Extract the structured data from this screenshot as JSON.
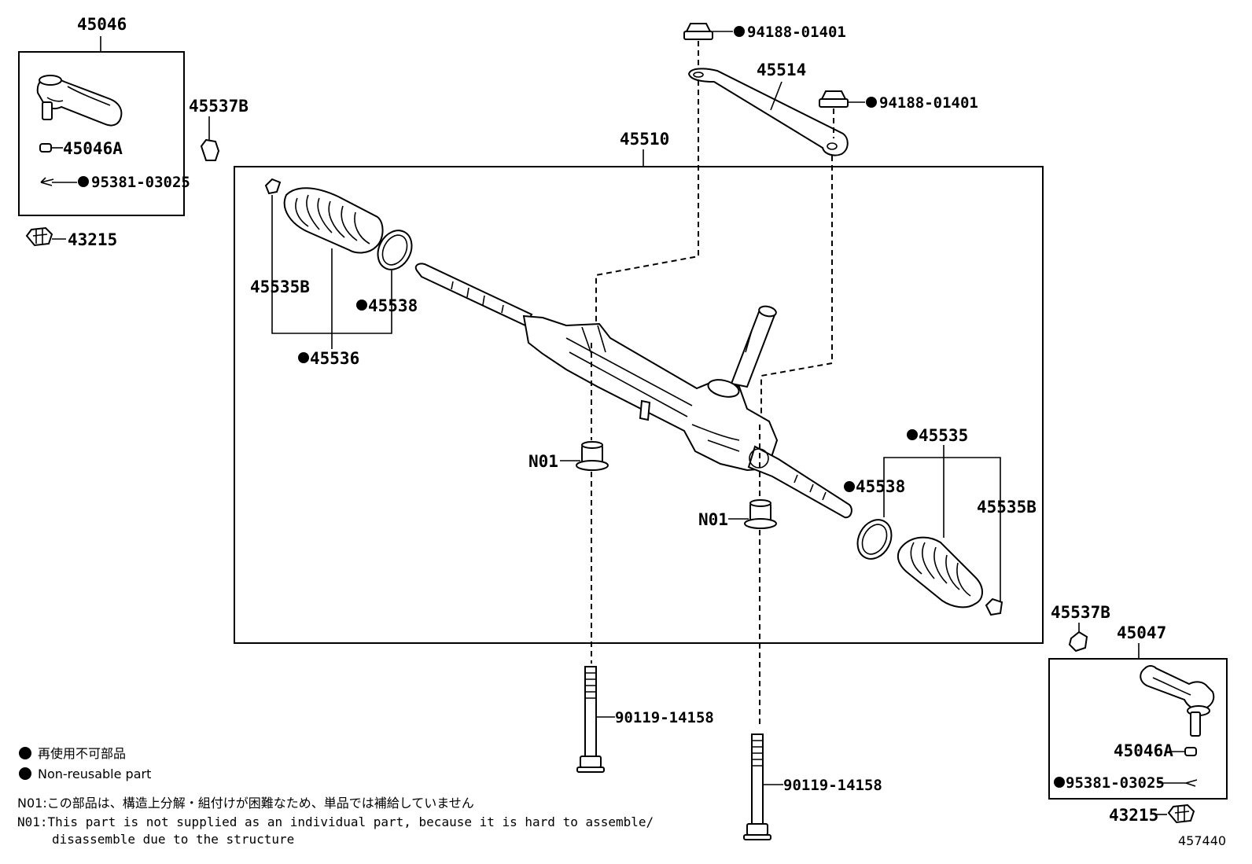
{
  "parts": {
    "tie_rod_end_lh": "45046",
    "tie_rod_end_rh": "45047",
    "cap_lh": "45046A",
    "cap_rh": "45046A",
    "cotter_pin_lh": "95381-03025",
    "cotter_pin_rh": "95381-03025",
    "nut_lh": "43215",
    "nut_rh": "43215",
    "lock_nut_lh": "45537B",
    "lock_nut_rh": "45537B",
    "steering_gear_assy": "45510",
    "rack_boot_lh": "45536",
    "clamp_lh": "45535B",
    "clamp_rh": "45535B",
    "boot_kit_rh": "45535",
    "ring_lh": "45538",
    "ring_rh": "45538",
    "bracket": "45514",
    "nut_top_1": "94188-01401",
    "nut_top_2": "94188-01401",
    "bushing_lh": "N01",
    "bushing_rh": "N01",
    "bolt_lh": "90119-14158",
    "bolt_rh": "90119-14158"
  },
  "legend": {
    "jp": "再使用不可部品",
    "en": "Non-reusable part"
  },
  "notes": {
    "jp": "N01:この部品は、構造上分解・組付けが困難なため、単品では補給していません",
    "en_line1": "N01:This part is not supplied as an individual part, because it is hard to assemble/",
    "en_line2": "disassemble due to the structure"
  },
  "illustration_id": "457440"
}
